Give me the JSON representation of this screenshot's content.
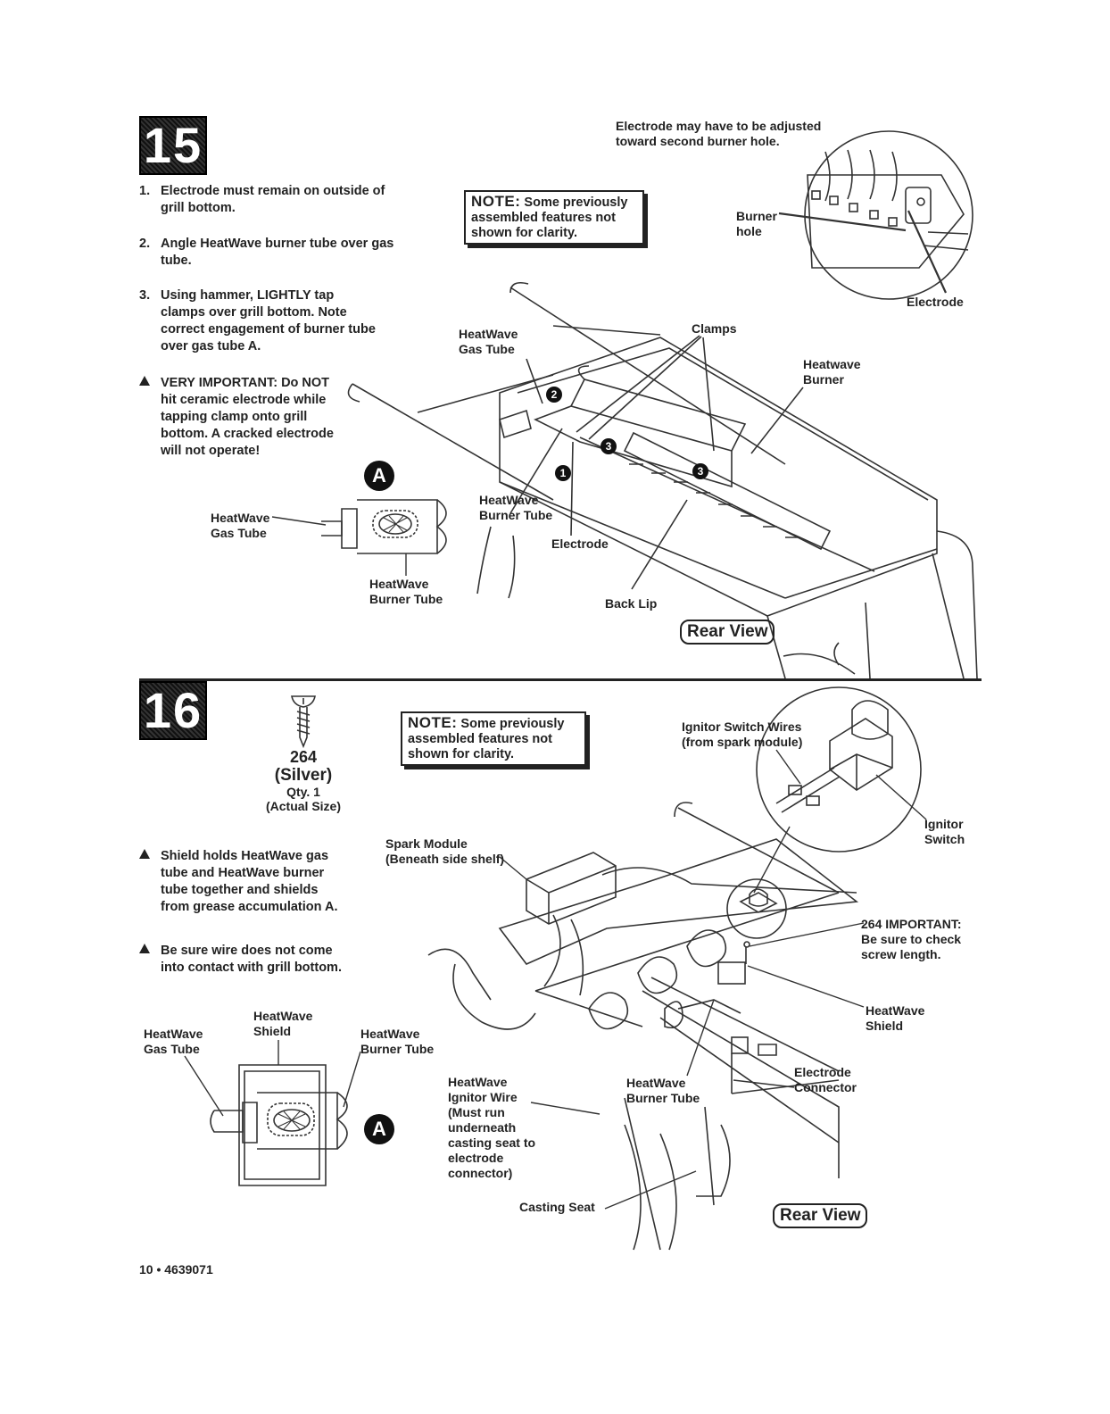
{
  "step15": {
    "number": "15",
    "instructions": [
      {
        "num": "1.",
        "text": "Electrode must remain on outside of grill bottom."
      },
      {
        "num": "2.",
        "text": "Angle HeatWave burner tube over gas tube."
      },
      {
        "num": "3.",
        "text": "Using hammer, LIGHTLY tap clamps over grill bottom.  Note correct engagement of  burner tube over gas tube  A."
      }
    ],
    "warning": "VERY IMPORTANT:  Do NOT hit ceramic electrode while tapping clamp onto grill bottom.  A cracked electrode will not operate!",
    "note_label": "NOTE:",
    "note_text": "Some previously assembled features not shown for clarity.",
    "electrode_note": "Electrode may have to be adjusted toward second burner hole.",
    "labels": {
      "burner_hole": "Burner hole",
      "electrode_inset": "Electrode",
      "heatwave_gas_tube": "HeatWave Gas Tube",
      "clamps": "Clamps",
      "heatwave_burner": "Heatwave Burner",
      "heatwave_burner_tube": "HeatWave Burner Tube",
      "electrode": "Electrode",
      "back_lip": "Back Lip",
      "callout_a": "A",
      "detail_gas_tube": "HeatWave Gas Tube",
      "detail_burner_tube": "HeatWave Burner Tube",
      "mark_1": "1",
      "mark_2": "2",
      "mark_3": "3"
    },
    "rear_view": "Rear View"
  },
  "step16": {
    "number": "16",
    "part": {
      "id": "264",
      "finish": "(Silver)",
      "qty": "Qty. 1",
      "size": "(Actual Size)"
    },
    "warnings": [
      "Shield holds HeatWave gas tube and HeatWave burner tube together and shields from grease accumulation A.",
      "Be sure wire does not come into contact with grill bottom."
    ],
    "note_label": "NOTE:",
    "note_text": "Some previously assembled features not shown for clarity.",
    "labels": {
      "ignitor_switch_wires": "Ignitor Switch Wires (from spark module)",
      "ignitor_switch": "Ignitor Switch",
      "spark_module": "Spark Module (Beneath side shelf)",
      "screw_note": "264 IMPORTANT: Be sure to check screw length.",
      "heatwave_shield": "HeatWave Shield",
      "electrode_connector": "Electrode Connector",
      "heatwave_burner_tube": "HeatWave Burner Tube",
      "heatwave_ignitor_wire": "HeatWave Ignitor Wire (Must run underneath casting seat to electrode connector)",
      "casting_seat": "Casting Seat",
      "detail_gas_tube": "HeatWave Gas Tube",
      "detail_shield": "HeatWave Shield",
      "detail_burner_tube": "HeatWave Burner Tube",
      "callout_a": "A"
    },
    "rear_view": "Rear View"
  },
  "footer": "10  •  4639071"
}
